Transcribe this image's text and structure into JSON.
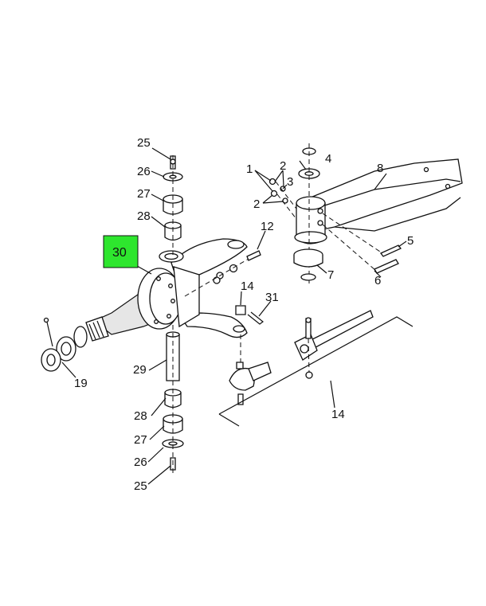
{
  "diagram": {
    "highlight_color": "#2ee62e",
    "selected_callout": "30",
    "callouts": {
      "c1": "1",
      "c2a": "2",
      "c2b": "2",
      "c3": "3",
      "c4": "4",
      "c5": "5",
      "c6": "6",
      "c7": "7",
      "c8": "8",
      "c12": "12",
      "c14a": "14",
      "c14b": "14",
      "c19": "19",
      "c25a": "25",
      "c25b": "25",
      "c26a": "26",
      "c26b": "26",
      "c27a": "27",
      "c27b": "27",
      "c28a": "28",
      "c28b": "28",
      "c29": "29",
      "c30": "30",
      "c31": "31"
    }
  }
}
